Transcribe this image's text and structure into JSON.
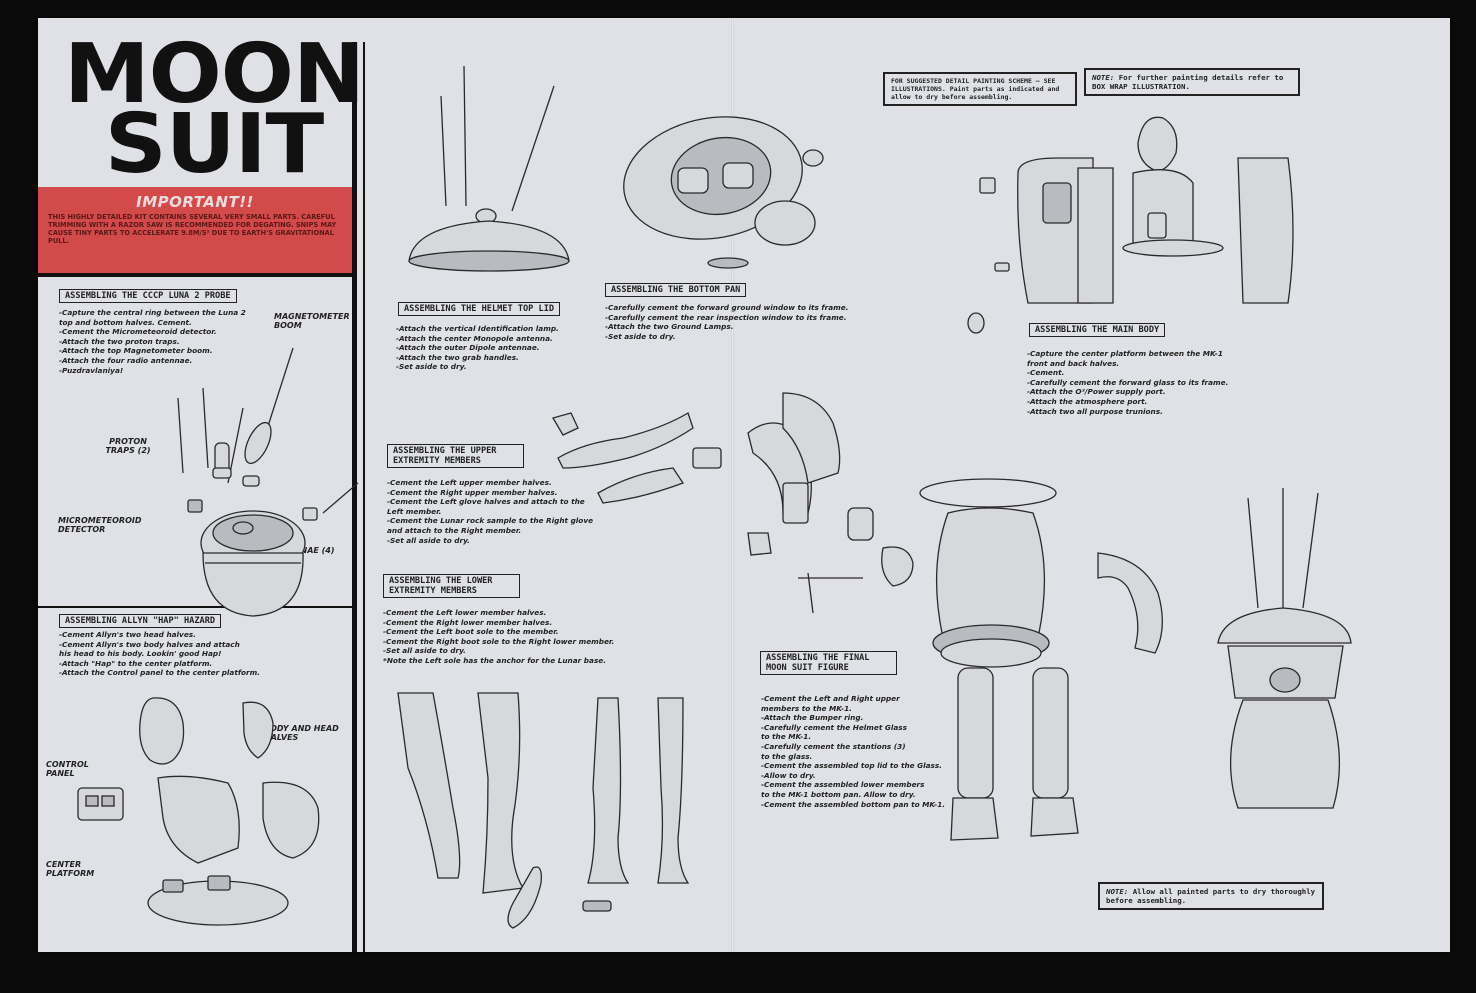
{
  "title": {
    "line1": "MOON",
    "line2": "SUIT"
  },
  "important": {
    "heading": "IMPORTANT!!",
    "text": "THIS HIGHLY DETAILED KIT CONTAINS SEVERAL VERY SMALL PARTS. CAREFUL TRIMMING WITH A RAZOR SAW IS RECOMMENDED FOR DEGATING. SNIPS MAY CAUSE TINY PARTS TO ACCELERATE 9.8m/s² DUE TO EARTH'S GRAVITATIONAL PULL."
  },
  "colors": {
    "accent": "#d24a49",
    "paper": "#dfe1e6",
    "ink": "#222222"
  },
  "sections": {
    "luna": {
      "header": "ASSEMBLING THE CCCP LUNA 2 PROBE",
      "steps": [
        "-Capture the central ring between the Luna 2",
        "top and bottom halves.  Cement.",
        "-Cement the Micrometeoroid detector.",
        "-Attach the two proton traps.",
        "-Attach the top Magnetometer boom.",
        "-Attach the four radio antennae.",
        "-Puzdravlaniya!"
      ],
      "labels": {
        "magnetometer": "MAGNETOMETER BOOM",
        "proton": "PROTON TRAPS (2)",
        "micrometeoroid": "MICROMETEOROID DETECTOR",
        "antennae": "ANTENNAE (4)"
      }
    },
    "hap": {
      "header": "ASSEMBLING ALLYN \"HAP\" HAZARD",
      "steps": [
        "-Cement Allyn's two head halves.",
        "-Cement Allyn's two body halves and attach",
        " his head to his body.  Lookin' good Hap!",
        "-Attach \"Hap\" to the center platform.",
        "-Attach the Control panel to the center platform."
      ],
      "labels": {
        "body": "BODY AND HEAD HALVES",
        "control": "CONTROL PANEL",
        "platform": "CENTER PLATFORM"
      }
    },
    "helmet": {
      "header": "ASSEMBLING THE HELMET TOP LID",
      "steps": [
        "-Attach the vertical Identification lamp.",
        "-Attach the center Monopole antenna.",
        "-Attach the outer Dipole antennae.",
        "-Attach the two grab handles.",
        "-Set aside to dry."
      ]
    },
    "bottom": {
      "header": "ASSEMBLING THE BOTTOM PAN",
      "steps": [
        "-Carefully cement the forward ground window to its frame.",
        "-Carefully cement the rear inspection window to its frame.",
        "-Attach the two Ground Lamps.",
        "-Set aside to dry."
      ]
    },
    "upper": {
      "header": "ASSEMBLING THE UPPER EXTREMITY MEMBERS",
      "steps": [
        "-Cement the Left upper member halves.",
        "-Cement the Right upper member halves.",
        "-Cement the Left glove halves and attach to the",
        " Left member.",
        "-Cement the Lunar rock sample to the Right glove",
        " and attach to the Right member.",
        "-Set all aside to dry."
      ]
    },
    "lower": {
      "header": "ASSEMBLING THE LOWER EXTREMITY MEMBERS",
      "steps": [
        "-Cement the Left lower member halves.",
        "-Cement the Right lower member halves.",
        "-Cement the Left boot sole to the member.",
        "-Cement the Right boot sole to the Right lower member.",
        "-Set all aside to dry.",
        " *Note the Left sole has the anchor for the Lunar base."
      ]
    },
    "main": {
      "header": "ASSEMBLING THE MAIN BODY",
      "steps": [
        "-Capture the center platform between the MK-1",
        " front and back halves.",
        "-Cement.",
        "-Carefully cement the forward glass to its frame.",
        "-Attach the O²/Power supply port.",
        "-Attach the atmosphere port.",
        "-Attach two all purpose trunions."
      ]
    },
    "final": {
      "header": "ASSEMBLING THE FINAL MOON SUIT FIGURE",
      "steps": [
        "-Cement the Left and Right upper",
        " members to the MK-1.",
        "-Attach the Bumper ring.",
        "-Carefully cement the Helmet Glass",
        " to the MK-1.",
        "-Carefully cement the stantions (3)",
        " to the glass.",
        "-Cement the assembled top lid to the Glass.",
        "-Allow to dry.",
        "-Cement the assembled lower members",
        " to the MK-1 bottom pan. Allow to dry.",
        "-Cement the assembled bottom pan to MK-1."
      ]
    }
  },
  "notes": {
    "painting": "FOR SUGGESTED DETAIL PAINTING SCHEME — SEE ILLUSTRATIONS. Paint parts as indicated and allow to dry before assembling.",
    "box_label": "NOTE:",
    "box": "For further painting details refer to BOX WRAP ILLUSTRATION.",
    "dry_label": "NOTE:",
    "dry": "Allow all painted parts to dry thoroughly before assembling."
  }
}
